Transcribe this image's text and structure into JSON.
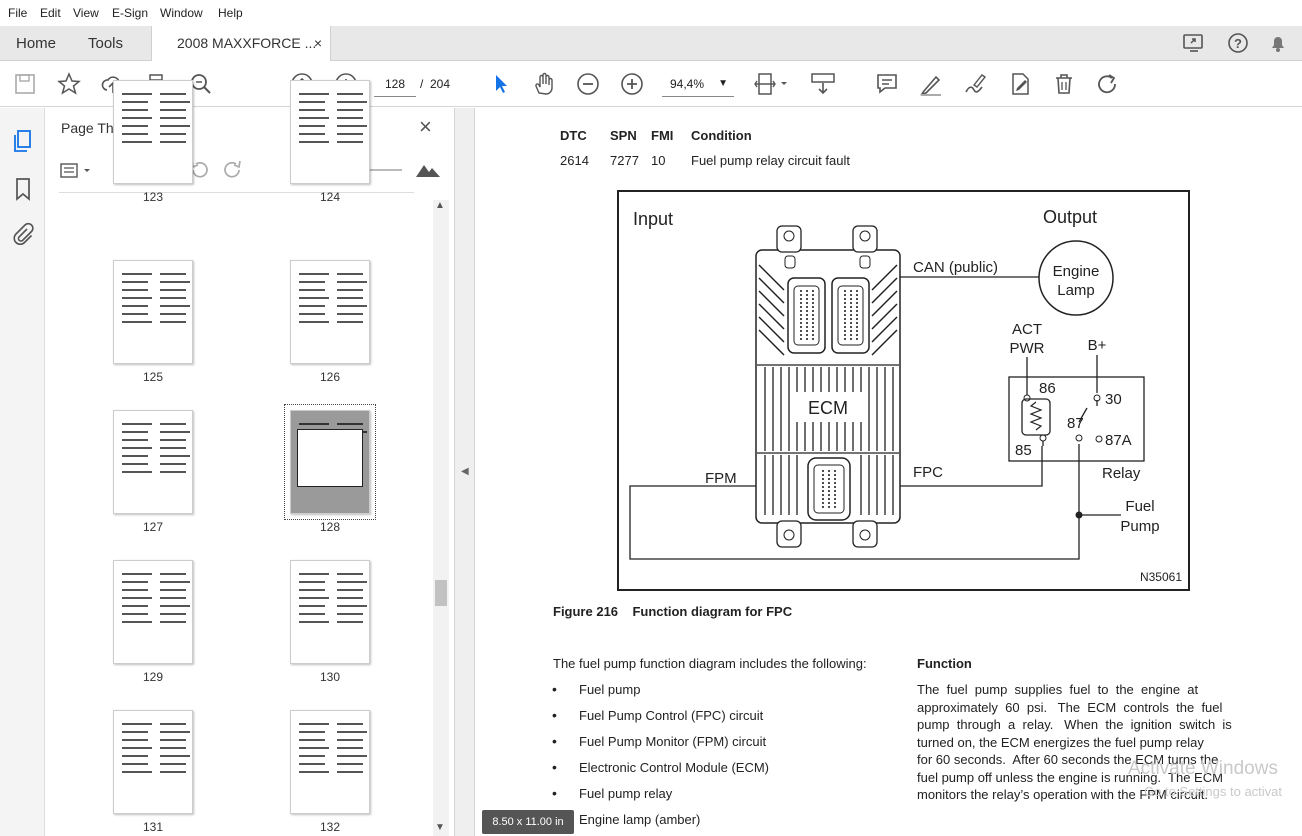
{
  "menu": [
    "File",
    "Edit",
    "View",
    "E-Sign",
    "Window",
    "Help"
  ],
  "tabs": {
    "home": "Home",
    "tools": "Tools",
    "doc": "2008 MAXXFORCE ...",
    "doc_close": "×"
  },
  "toolbar": {
    "page_current": "128",
    "page_sep": "/",
    "page_total": "204",
    "zoom": "94,4%"
  },
  "thumbnails_panel": {
    "title": "Page Thumbnails",
    "close": "×",
    "thumbs": [
      {
        "label": "123"
      },
      {
        "label": "124"
      },
      {
        "label": "125"
      },
      {
        "label": "126"
      },
      {
        "label": "127"
      },
      {
        "label": "128",
        "selected": true
      },
      {
        "label": "129"
      },
      {
        "label": "130"
      },
      {
        "label": "131"
      },
      {
        "label": "132"
      }
    ]
  },
  "document": {
    "dtc_table": {
      "headers": [
        "DTC",
        "SPN",
        "FMI",
        "Condition"
      ],
      "row": [
        "2614",
        "7277",
        "10",
        "Fuel pump relay circuit fault"
      ]
    },
    "diagram": {
      "input": "Input",
      "output": "Output",
      "engine_lamp_1": "Engine",
      "engine_lamp_2": "Lamp",
      "can": "CAN (public)",
      "act": "ACT",
      "pwr": "PWR",
      "bplus": "B+",
      "ecm": "ECM",
      "pin86": "86",
      "pin30": "30",
      "pin87": "87",
      "pin87a": "87A",
      "pin85": "85",
      "relay": "Relay",
      "fpm": "FPM",
      "fpc": "FPC",
      "fuel": "Fuel",
      "pump": "Pump",
      "code": "N35061"
    },
    "figure_caption": "Figure 216    Function diagram for FPC",
    "intro": "The fuel pump function diagram includes the following:",
    "bullets": [
      "Fuel pump",
      "Fuel Pump Control (FPC) circuit",
      "Fuel Pump Monitor (FPM) circuit",
      "Electronic Control Module (ECM)",
      "Fuel pump relay",
      "Engine lamp (amber)"
    ],
    "bullet_char": "•",
    "function_heading": "Function",
    "function_lines": [
      "The  fuel  pump  supplies  fuel  to  the  engine  at",
      "approximately  60  psi.   The  ECM  controls  the  fuel",
      "pump  through  a  relay.   When  the  ignition  switch  is",
      "turned on, the ECM energizes the fuel pump relay",
      "for 60 seconds.  After 60 seconds the ECM turns the",
      "fuel pump off unless the engine is running.  The ECM",
      "monitors the relay’s operation with the FPM circuit."
    ]
  },
  "status": {
    "page_size": "8.50 x 11.00 in"
  },
  "watermark": {
    "line1": "Activate Windows",
    "line2": "Go to Settings to activat"
  },
  "colors": {
    "accent_blue": "#1473e6",
    "toolbar_icon": "#555555"
  }
}
